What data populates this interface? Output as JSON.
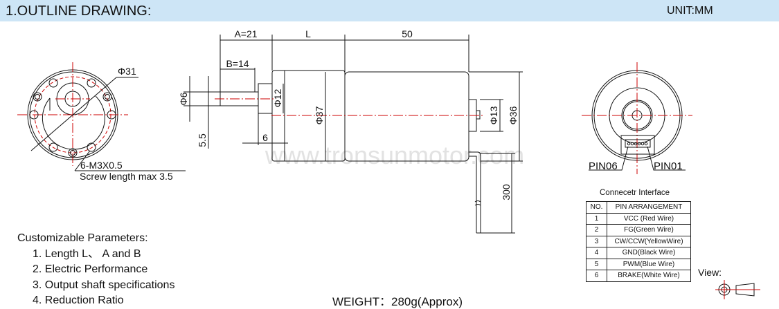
{
  "header": {
    "title": "1.OUTLINE DRAWING:",
    "unit": "UNIT:MM"
  },
  "front_view": {
    "diameter": "Φ31",
    "hole_spec": "6-M3X0.5",
    "screw_note": "Screw length max 3.5"
  },
  "side_view": {
    "dim_a": "A=21",
    "dim_l": "L",
    "dim_50": "50",
    "dim_b": "B=14",
    "dim_phi6": "Φ6",
    "dim_5_5": "5.5",
    "dim_6": "6",
    "dim_phi12": "Φ12",
    "dim_phi37": "Φ37",
    "dim_phi13": "Φ13",
    "dim_phi36": "Φ36",
    "dim_300": "300",
    "watermark": "www.tronsunmotor.com"
  },
  "rear_view": {
    "pin_left": "PIN06",
    "pin_right": "PIN01"
  },
  "connector": {
    "title": "Connecetr Interface",
    "headers": [
      "NO.",
      "PIN ARRANGEMENT"
    ],
    "rows": [
      [
        "1",
        "VCC (Red Wire)"
      ],
      [
        "2",
        "FG(Green Wire)"
      ],
      [
        "3",
        "CW/CCW(YellowWire)"
      ],
      [
        "4",
        "GND(Black Wire)"
      ],
      [
        "5",
        "PWM(Blue Wire)"
      ],
      [
        "6",
        "BRAKE(White Wire)"
      ]
    ]
  },
  "view_label": "View:",
  "params": {
    "title": "Customizable Parameters:",
    "items": [
      "1. Length  L、 A and B",
      "2. Electric Performance",
      "3. Output shaft specifications",
      "4. Reduction Ratio"
    ]
  },
  "weight": "WEIGHT：280g(Approx)",
  "colors": {
    "header_bg": "#cde5f6",
    "centerline": "#cc0000"
  }
}
